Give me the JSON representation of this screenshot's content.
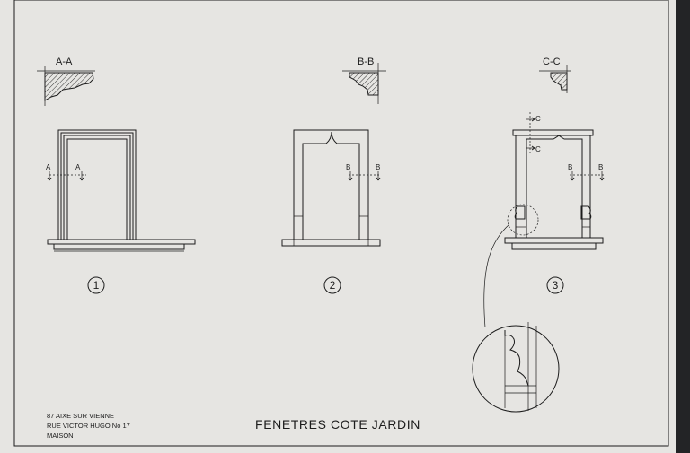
{
  "title": "FENETRES COTE JARDIN",
  "address": {
    "line1": "87 AIXE SUR VIENNE",
    "line2": "RUE VICTOR HUGO No 17",
    "line3": "MAISON"
  },
  "sections": {
    "aa": "A-A",
    "bb": "B-B",
    "cc": "C-C"
  },
  "cut_marks": {
    "a": "A",
    "b": "B",
    "c": "C"
  },
  "windows": [
    {
      "number": "1"
    },
    {
      "number": "2"
    },
    {
      "number": "3"
    }
  ],
  "colors": {
    "paper": "#e6e5e2",
    "ink": "#1c1c1c",
    "background": "#232426"
  }
}
